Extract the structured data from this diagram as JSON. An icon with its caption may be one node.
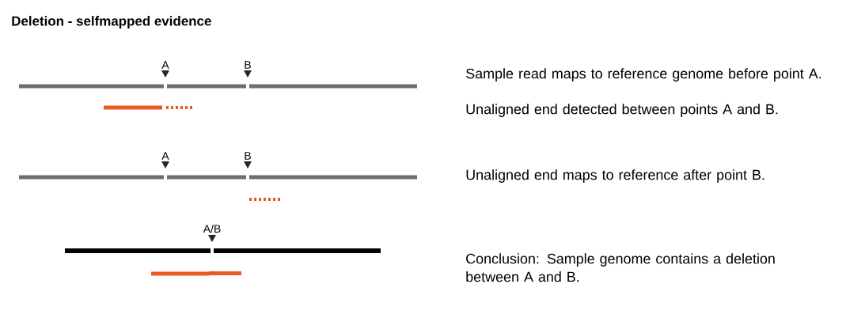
{
  "diagram": {
    "title": "Deletion - selfmapped evidence",
    "labels": [
      "A",
      "B",
      "Sample read maps to reference genome before point A.",
      "Unaligned end detected between points A and B.",
      "A",
      "B",
      "Unaligned end maps to reference after point B.",
      "A/B",
      "Conclusion: Sample genome contains a deletion between A and B."
    ]
  }
}
